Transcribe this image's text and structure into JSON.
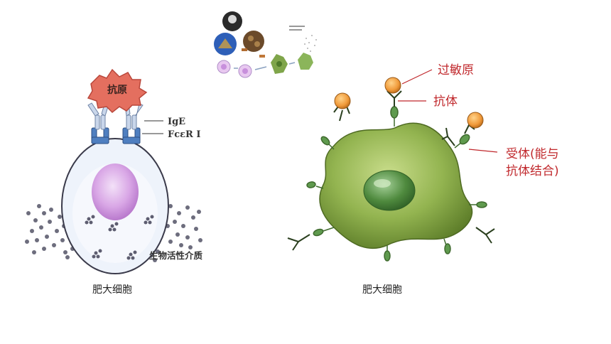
{
  "left_figure": {
    "antigen_label": "抗原",
    "ige_label": "IgE",
    "receptor_label": "FcεR Ⅰ",
    "mediator_label": "生物活性介质",
    "caption": "肥大细胞"
  },
  "right_figure": {
    "allergen_label": "过敏原",
    "antibody_label": "抗体",
    "receptor_label_line1": "受体(能与",
    "receptor_label_line2": "抗体结合)",
    "caption": "肥大细胞"
  },
  "colors": {
    "label_red": "#c0282c",
    "antigen_fill": "#e46f5f",
    "allergen_orange": "#f0a040",
    "cell_green": "#8fb04a",
    "nucleus_purple": "#c98fd8",
    "receptor_blue": "#5b86c4"
  }
}
